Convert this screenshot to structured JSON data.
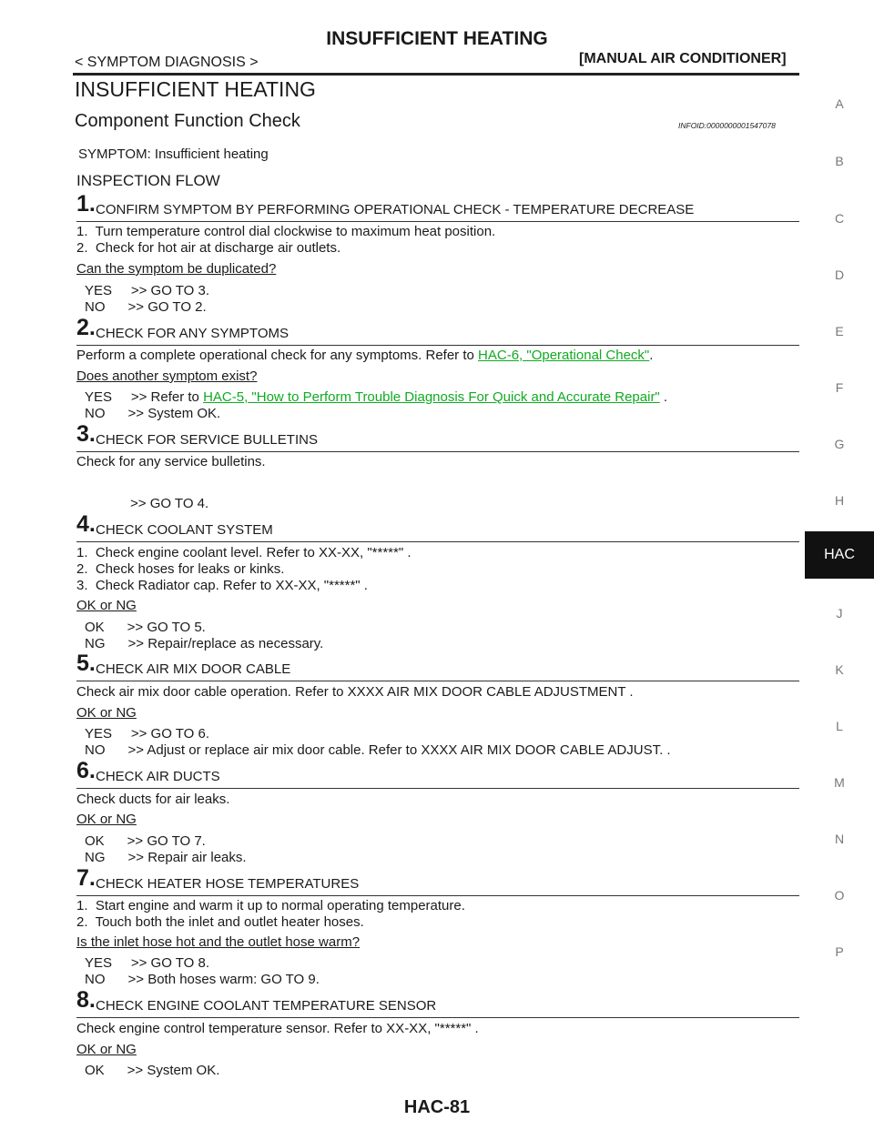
{
  "header": {
    "title": "INSUFFICIENT HEATING",
    "breadcrumb": "< SYMPTOM DIAGNOSIS >",
    "section": "[MANUAL AIR CONDITIONER]"
  },
  "main_title": "INSUFFICIENT HEATING",
  "subtitle": "Component Function Check",
  "info_id": "INFOID:0000000001547078",
  "symptom": "SYMPTOM: Insufficient heating",
  "flow_title": "INSPECTION FLOW",
  "steps": [
    {
      "num": "1.",
      "title": "CONFIRM SYMPTOM BY PERFORMING OPERATIONAL CHECK - TEMPERATURE DECREASE",
      "l1": "1.  Turn temperature control dial clockwise to maximum heat position.",
      "l2": "2.  Check for hot air at discharge air outlets.",
      "q": "Can the symptom be duplicated?",
      "r1": "YES     >> GO TO 3.",
      "r2": "NO      >> GO TO 2."
    },
    {
      "num": "2.",
      "title": "CHECK FOR ANY SYMPTOMS",
      "l1_pre": "Perform a complete operational check for any symptoms. Refer to ",
      "l1_link": "HAC-6, \"Operational Check\"",
      "l1_post": ".",
      "q": "Does another symptom exist?",
      "r1_pre": "YES     >> Refer to ",
      "r1_link": "HAC-5, \"How to Perform Trouble Diagnosis For Quick and Accurate Repair\"",
      "r1_post": " .",
      "r2": "NO      >> System OK."
    },
    {
      "num": "3.",
      "title": "CHECK FOR SERVICE BULLETINS",
      "l1": "Check for any service bulletins.",
      "r1": "            >> GO TO 4."
    },
    {
      "num": "4.",
      "title": "CHECK COOLANT SYSTEM",
      "l1": "1.  Check engine coolant level. Refer to XX-XX, \"*****\" .",
      "l2": "2.  Check hoses for leaks or kinks.",
      "l3": "3.  Check Radiator cap. Refer to XX-XX, \"*****\" .",
      "q": "OK or NG",
      "r1": "OK      >> GO TO 5.",
      "r2": "NG      >> Repair/replace as necessary."
    },
    {
      "num": "5.",
      "title": "CHECK AIR MIX DOOR CABLE",
      "l1": "Check air mix door cable operation. Refer to XXXX AIR MIX DOOR CABLE ADJUSTMENT .",
      "q": "OK or NG",
      "r1": "YES     >> GO TO 6.",
      "r2": "NO      >> Adjust or replace air mix door cable. Refer to XXXX AIR MIX DOOR CABLE ADJUST. ."
    },
    {
      "num": "6.",
      "title": "CHECK AIR DUCTS",
      "l1": "Check ducts for air leaks.",
      "q": "OK or NG",
      "r1": "OK      >> GO TO 7.",
      "r2": "NG      >> Repair air leaks."
    },
    {
      "num": "7.",
      "title": "CHECK HEATER HOSE TEMPERATURES",
      "l1": "1.  Start engine and warm it up to normal operating temperature.",
      "l2": "2.  Touch both the inlet and outlet heater hoses.",
      "q": "Is the inlet hose hot and the outlet hose warm?",
      "r1": "YES     >> GO TO 8.",
      "r2": "NO      >> Both hoses warm: GO TO 9."
    },
    {
      "num": "8.",
      "title": "CHECK ENGINE COOLANT TEMPERATURE SENSOR",
      "l1": "Check engine control temperature sensor. Refer to XX-XX, \"*****\" .",
      "q": "OK or NG",
      "r1": "OK      >> System OK."
    }
  ],
  "side_tabs": [
    "A",
    "B",
    "C",
    "D",
    "E",
    "F",
    "G",
    "H",
    "HAC",
    "J",
    "K",
    "L",
    "M",
    "N",
    "O",
    "P"
  ],
  "page_number": "HAC-81"
}
